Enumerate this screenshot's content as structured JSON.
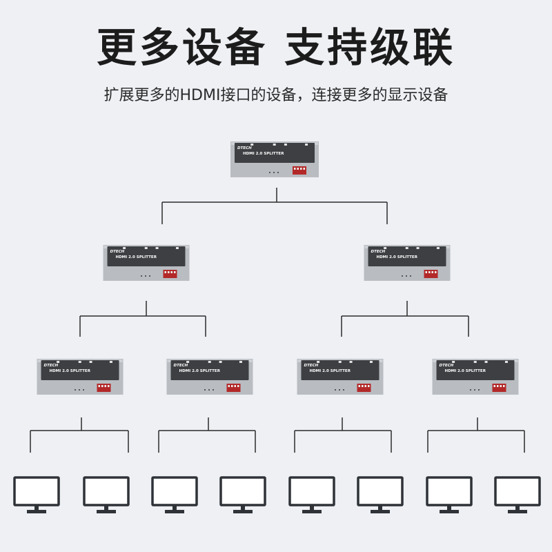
{
  "header": {
    "title": "更多设备 支持级联",
    "subtitle": "扩展更多的HDMI接口的设备，连接更多的显示设备"
  },
  "device": {
    "brand": "DTECH",
    "model": "HDMI 2.0 SPLITTER"
  },
  "diagram": {
    "levels": [
      1,
      2,
      4
    ],
    "displays_count": 8
  },
  "colors": {
    "background": "#eef0f4",
    "line": "#2a2a2a",
    "device_body": "#b9bdc2",
    "device_panel": "#3d3f42",
    "dip_switch": "#b32828",
    "monitor": "#2f3338"
  }
}
